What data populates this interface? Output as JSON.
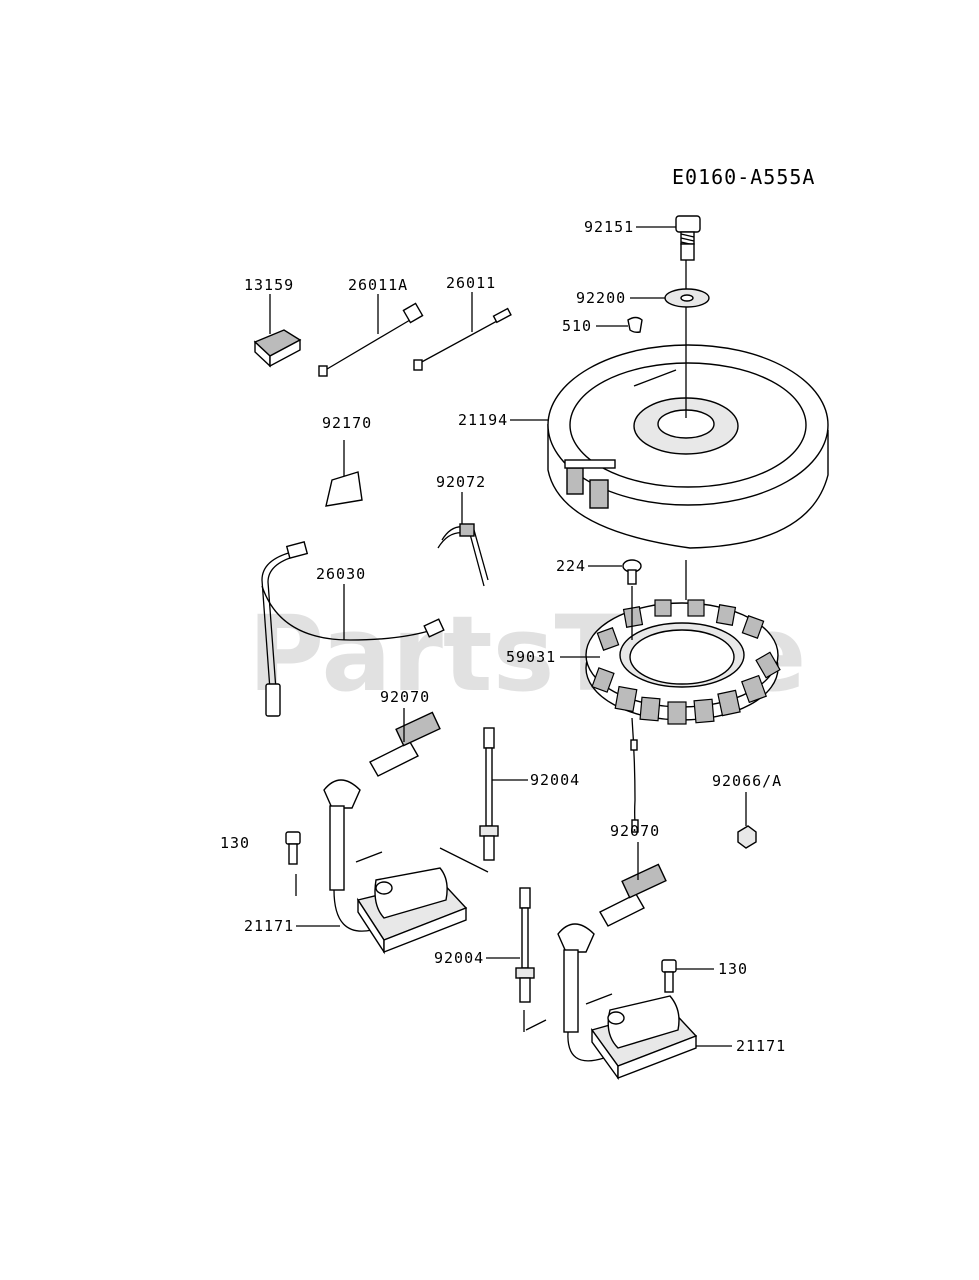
{
  "diagram": {
    "code": "E0160-A555A",
    "watermark": "PartsTree",
    "parts": [
      {
        "id": "92151",
        "label": "92151"
      },
      {
        "id": "92200",
        "label": "92200"
      },
      {
        "id": "510",
        "label": "510"
      },
      {
        "id": "13159",
        "label": "13159"
      },
      {
        "id": "26011A",
        "label": "26011A"
      },
      {
        "id": "26011",
        "label": "26011"
      },
      {
        "id": "21194",
        "label": "21194"
      },
      {
        "id": "92170",
        "label": "92170"
      },
      {
        "id": "92072",
        "label": "92072"
      },
      {
        "id": "224",
        "label": "224"
      },
      {
        "id": "26030",
        "label": "26030"
      },
      {
        "id": "59031",
        "label": "59031"
      },
      {
        "id": "92070a",
        "label": "92070"
      },
      {
        "id": "92004a",
        "label": "92004"
      },
      {
        "id": "92066A",
        "label": "92066/A"
      },
      {
        "id": "130a",
        "label": "130"
      },
      {
        "id": "92070b",
        "label": "92070"
      },
      {
        "id": "21171a",
        "label": "21171"
      },
      {
        "id": "92004b",
        "label": "92004"
      },
      {
        "id": "130b",
        "label": "130"
      },
      {
        "id": "21171b",
        "label": "21171"
      }
    ]
  }
}
